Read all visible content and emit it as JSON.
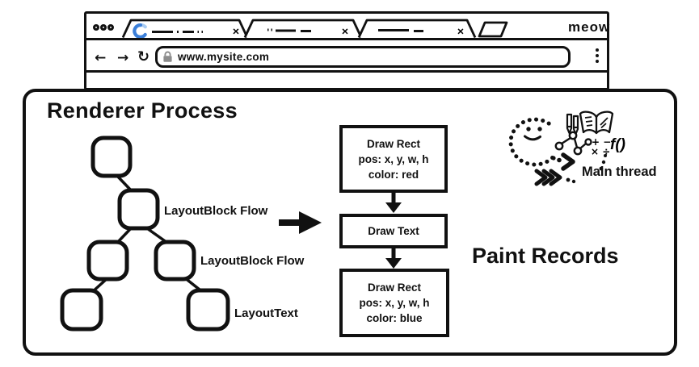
{
  "browser": {
    "brand": "meow",
    "tab_close_glyph": "×",
    "nav": {
      "back": "←",
      "forward": "→",
      "reload": "↻",
      "menu_dots": "⋮"
    },
    "url_bar": {
      "value": "www.mysite.com",
      "lock_icon": "lock-icon"
    },
    "tabs": [
      {
        "state": "loading",
        "has_spinner": true
      },
      {
        "state": "idle",
        "has_spinner": false
      },
      {
        "state": "idle",
        "has_spinner": false
      }
    ]
  },
  "renderer": {
    "title": "Renderer Process",
    "tree_labels": [
      "LayoutBlock Flow",
      "LayoutBlock Flow",
      "LayoutText"
    ],
    "paint_records": {
      "label": "Paint Records",
      "boxes": [
        {
          "lines": [
            "Draw Rect",
            "pos: x, y, w, h",
            "color: red"
          ]
        },
        {
          "lines": [
            "Draw Text"
          ]
        },
        {
          "lines": [
            "Draw Rect",
            "pos: x, y, w, h",
            "color: blue"
          ]
        }
      ]
    },
    "main_thread": {
      "label": "Main thread",
      "icons": {
        "function": "f()",
        "math_top": "+ −",
        "math_bottom": "× ÷"
      }
    }
  },
  "colors": {
    "ink": "#111111",
    "spinner_dark": "#3b7fd9",
    "spinner_light": "#a9ccf3",
    "lock_gray": "#8d8d8d"
  }
}
